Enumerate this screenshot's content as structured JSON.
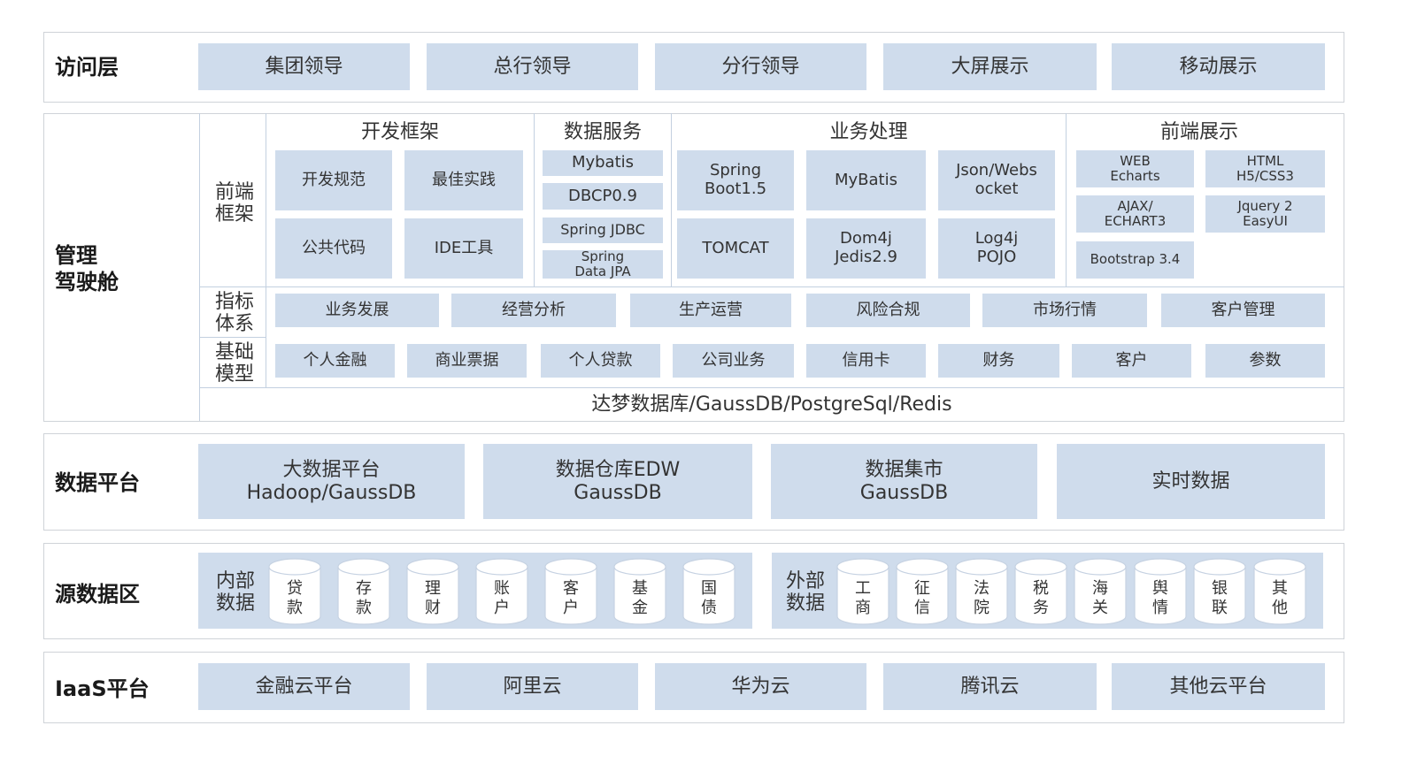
{
  "access": {
    "title": "访问层",
    "items": [
      "集团领导",
      "总行领导",
      "分行领导",
      "大屏展示",
      "移动展示"
    ]
  },
  "cockpit": {
    "title": "管理\n驾驶舱",
    "frontend_label": "前端\n框架",
    "indicator_label": "指标\n体系",
    "model_label": "基础\n模型",
    "dev": {
      "title": "开发框架",
      "items": [
        "开发规范",
        "最佳实践",
        "公共代码",
        "IDE工具"
      ]
    },
    "data_service": {
      "title": "数据服务",
      "items": [
        "Mybatis",
        "DBCP0.9",
        "Spring JDBC",
        "Spring\nData JPA"
      ]
    },
    "business": {
      "title": "业务处理",
      "items": [
        "Spring\nBoot1.5",
        "MyBatis",
        "Json/Webs\nocket",
        "TOMCAT",
        "Dom4j\nJedis2.9",
        "Log4j\nPOJO"
      ]
    },
    "front_display": {
      "title": "前端展示",
      "items": [
        "WEB\nEcharts",
        "HTML\nH5/CSS3",
        "AJAX/\nECHART3",
        "Jquery 2\nEasyUI",
        "Bootstrap 3.4"
      ]
    },
    "indicators": [
      "业务发展",
      "经营分析",
      "生产运营",
      "风险合规",
      "市场行情",
      "客户管理"
    ],
    "models": [
      "个人金融",
      "商业票据",
      "个人贷款",
      "公司业务",
      "信用卡",
      "财务",
      "客户",
      "参数"
    ],
    "database": "达梦数据库/GaussDB/PostgreSql/Redis"
  },
  "data_platform": {
    "title": "数据平台",
    "items": [
      "大数据平台\nHadoop/GaussDB",
      "数据仓库EDW\nGaussDB",
      "数据集市\nGaussDB",
      "实时数据"
    ]
  },
  "source": {
    "title": "源数据区",
    "internal_label": "内部\n数据",
    "internal": [
      "贷\n款",
      "存\n款",
      "理\n财",
      "账\n户",
      "客\n户",
      "基\n金",
      "国\n债"
    ],
    "external_label": "外部\n数据",
    "external": [
      "工\n商",
      "征\n信",
      "法\n院",
      "税\n务",
      "海\n关",
      "舆\n情",
      "银\n联",
      "其\n他"
    ]
  },
  "iaas": {
    "title": "IaaS平台",
    "items": [
      "金融云平台",
      "阿里云",
      "华为云",
      "腾讯云",
      "其他云平台"
    ]
  }
}
